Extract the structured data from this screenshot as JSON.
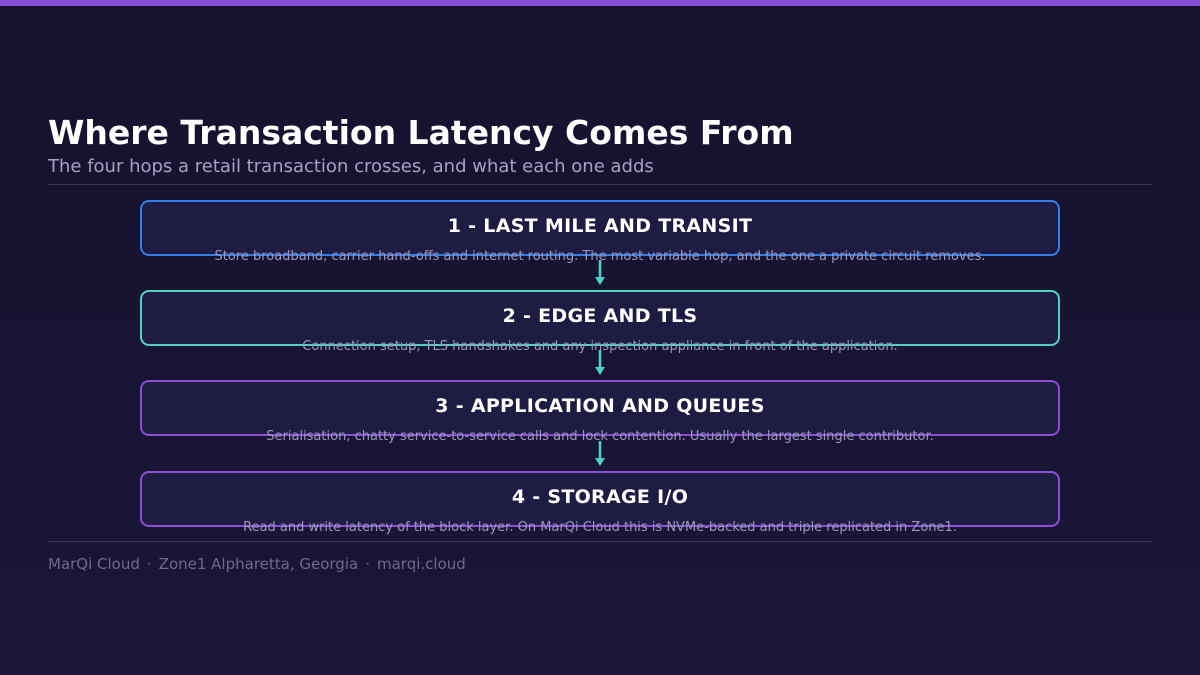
{
  "header": {
    "title": "Where Transaction Latency Comes From",
    "subtitle": "The four hops a retail transaction crosses, and what each one adds"
  },
  "colors": {
    "accent_bar": "#8a4fd6",
    "step_1": "#2f80ed",
    "step_2": "#4fd1c5",
    "step_3": "#8a4fd6",
    "step_4": "#8a4fd6",
    "connector": "#4fd1c5"
  },
  "steps": [
    {
      "title": "1 - LAST MILE AND TRANSIT",
      "description": "Store broadband, carrier hand-offs and internet routing. The most variable hop, and the one a private circuit removes."
    },
    {
      "title": "2 - EDGE AND TLS",
      "description": "Connection setup, TLS handshakes and any inspection appliance in front of the application."
    },
    {
      "title": "3 - APPLICATION AND QUEUES",
      "description": "Serialisation, chatty service-to-service calls and lock contention. Usually the largest single contributor."
    },
    {
      "title": "4 - STORAGE I/O",
      "description": "Read and write latency of the block layer. On MarQi Cloud this is NVMe-backed and triple replicated in Zone1."
    }
  ],
  "footer": {
    "brand": "MarQi Cloud",
    "location": "Zone1 Alpharetta, Georgia",
    "site": "marqi.cloud",
    "separator": "·"
  }
}
